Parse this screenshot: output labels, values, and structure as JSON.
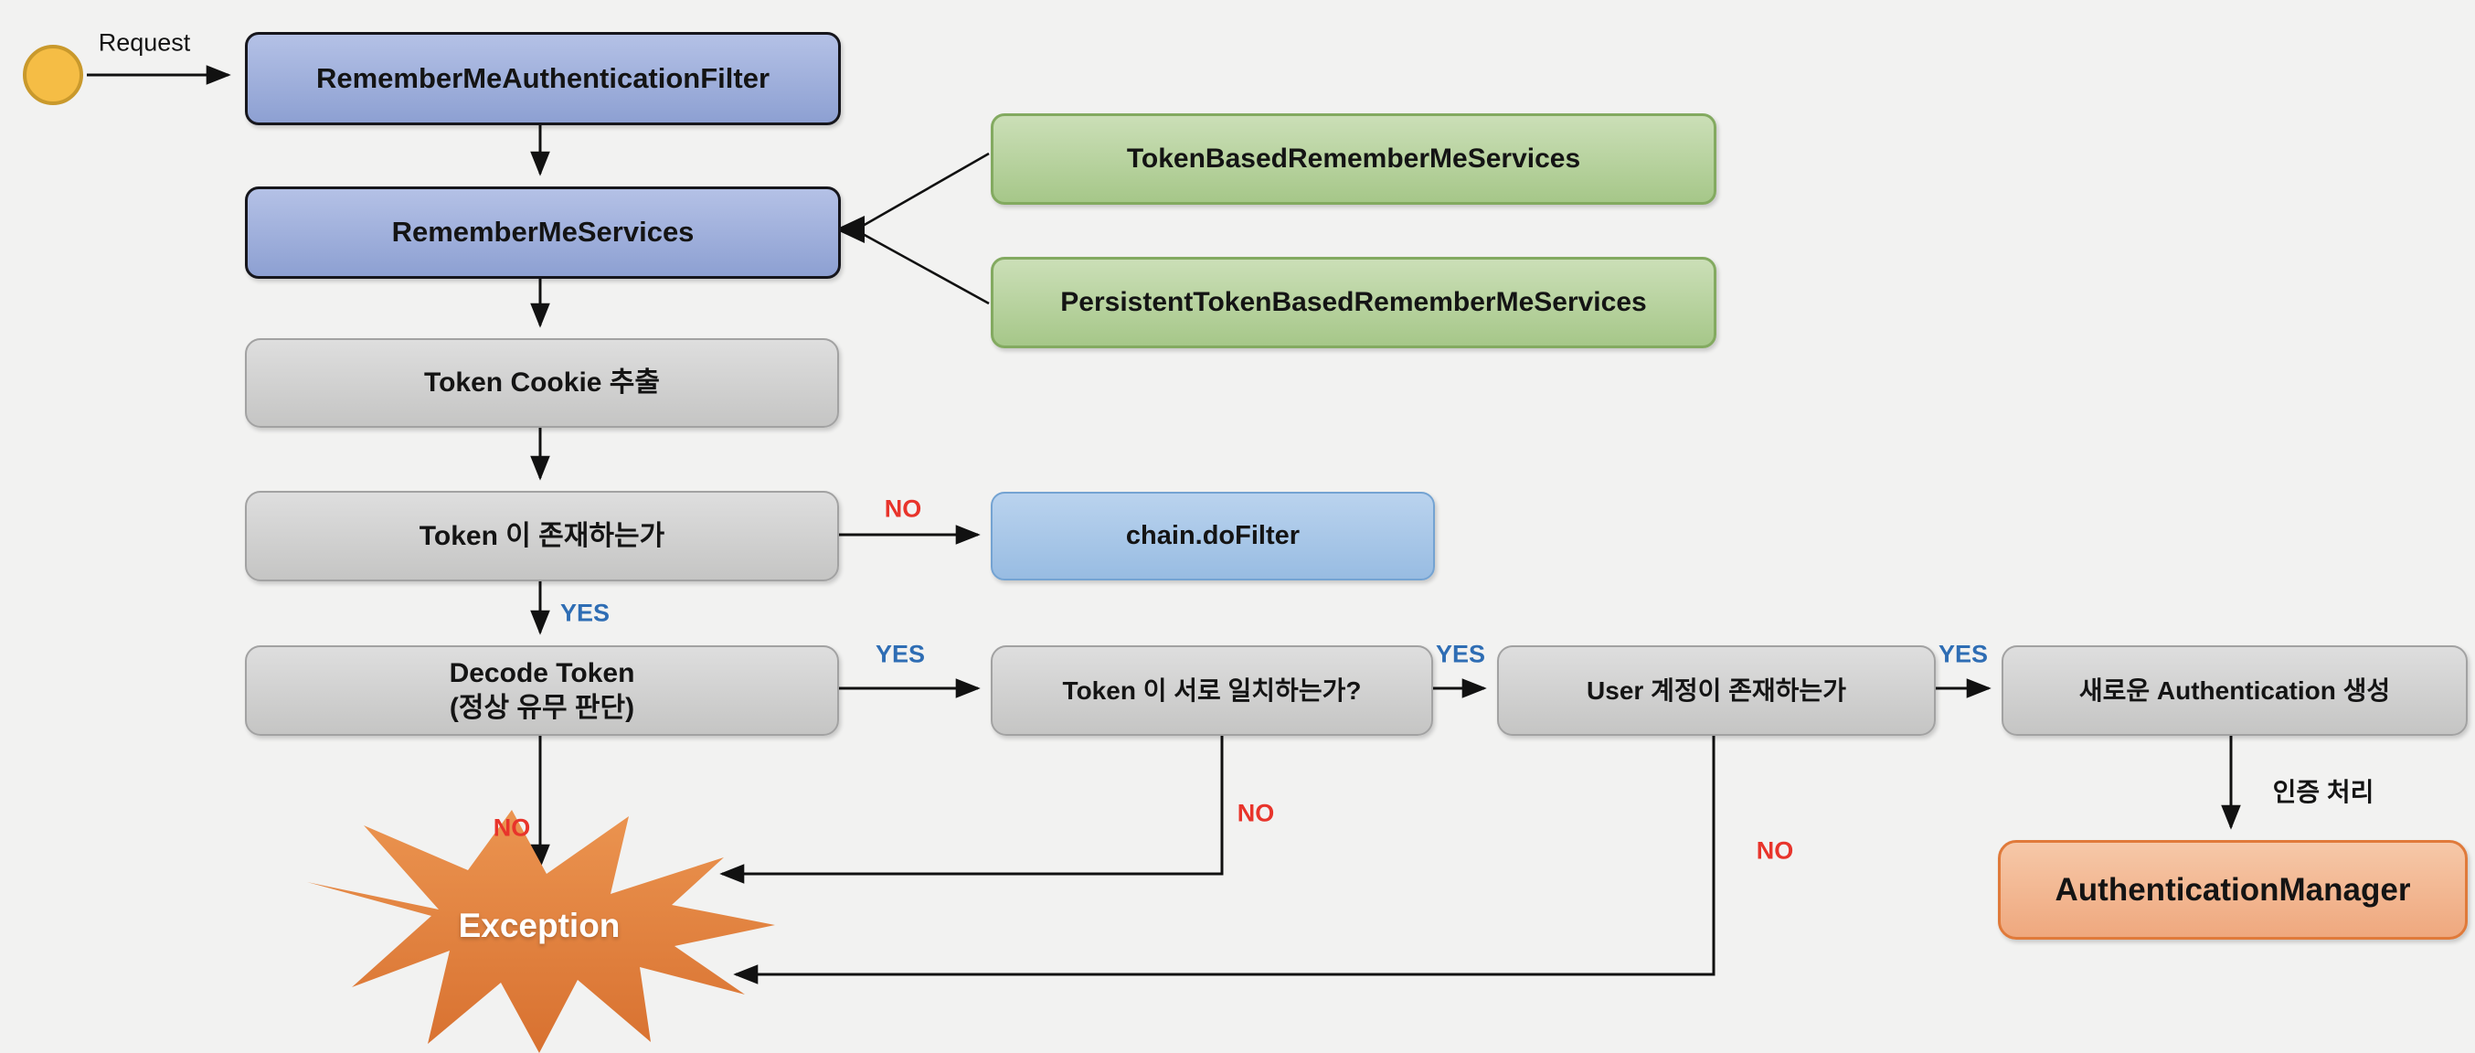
{
  "labels": {
    "request": "Request",
    "yes": "YES",
    "no": "NO",
    "auth_process": "인증 처리"
  },
  "nodes": {
    "filter": {
      "label": "RememberMeAuthenticationFilter"
    },
    "services": {
      "label": "RememberMeServices"
    },
    "token_based": {
      "label": "TokenBasedRememberMeServices"
    },
    "persistent_token_based": {
      "label": "PersistentTokenBasedRememberMeServices"
    },
    "extract_cookie": {
      "label": "Token Cookie 추출"
    },
    "token_exists": {
      "label": "Token 이 존재하는가"
    },
    "chain_dofilter": {
      "label": "chain.doFilter"
    },
    "decode_token": {
      "label_line1": "Decode Token",
      "label_line2": "(정상 유무 판단)"
    },
    "token_match": {
      "label": "Token 이 서로 일치하는가?"
    },
    "user_exists": {
      "label": "User 계정이 존재하는가"
    },
    "new_auth": {
      "label": "새로운 Authentication 생성"
    },
    "auth_manager": {
      "label": "AuthenticationManager"
    },
    "exception": {
      "label": "Exception"
    }
  },
  "colors": {
    "background": "#f2f2f1",
    "line_color": "#111111",
    "box_blue_top": "#b4c1e6",
    "box_blue_bottom": "#8da0d2",
    "box_blue_border": "#16161c",
    "box_green_top": "#cbdfb7",
    "box_green_bottom": "#a6c789",
    "box_green_border": "#83aa60",
    "box_gray_top": "#dedede",
    "box_gray_bottom": "#c5c5c4",
    "box_gray_border": "#a2a2a2",
    "box_lightblue_top": "#bad3ee",
    "box_lightblue_bottom": "#98bce2",
    "box_lightblue_border": "#74a3d2",
    "box_orange_top": "#f6c8a8",
    "box_orange_bottom": "#efa87e",
    "box_orange_border": "#e07a3a",
    "starburst_top": "#eb9450",
    "starburst_bottom": "#d87130",
    "start_circle_fill": "#f5bd45",
    "start_circle_border": "#c9992c",
    "yes_color": "#2e6db4",
    "no_color": "#e8342b"
  }
}
